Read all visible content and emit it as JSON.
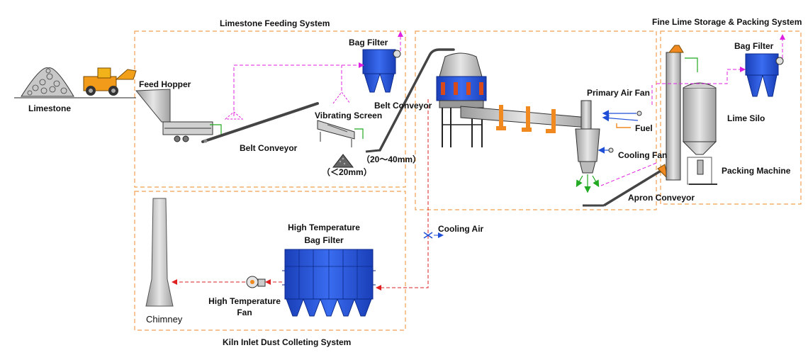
{
  "sections": {
    "feeding": "Limestone Feeding System",
    "storage": "Fine Lime Storage & Packing System",
    "dust": "Kiln Inlet Dust Colleting System"
  },
  "labels": {
    "limestone": "Limestone",
    "feed_hopper": "Feed Hopper",
    "bag_filter_1": "Bag Filter",
    "bag_filter_2": "Bag Filter",
    "belt_conveyor_1": "Belt Conveyor",
    "belt_conveyor_2": "Belt Conveyor",
    "vibrating_screen": "Vibrating Screen",
    "size_small": "（＜20mm）",
    "size_range": "（20～40mm）",
    "primary_air_fan": "Primary Air Fan",
    "fuel": "Fuel",
    "cooling_fan": "Cooling Fan",
    "lime_silo": "Lime Silo",
    "packing_machine": "Packing Machine",
    "apron_conveyor": "Apron Conveyor",
    "cooling_air": "Cooling Air",
    "ht_bag_filter_1": "High Temperature",
    "ht_bag_filter_2": "Bag Filter",
    "ht_fan_1": "High Temperature",
    "ht_fan_2": "Fan",
    "chimney": "Chimney"
  },
  "colors": {
    "frame": "#f0a050",
    "equipment_blue": "#1f4fd6",
    "magenta_flow": "#e020e0",
    "red_flow": "#e02020",
    "belt": "#444444",
    "green_flow": "#22aa22",
    "machine_gray": "#bdbdbd",
    "orange_part": "#f08a20"
  }
}
